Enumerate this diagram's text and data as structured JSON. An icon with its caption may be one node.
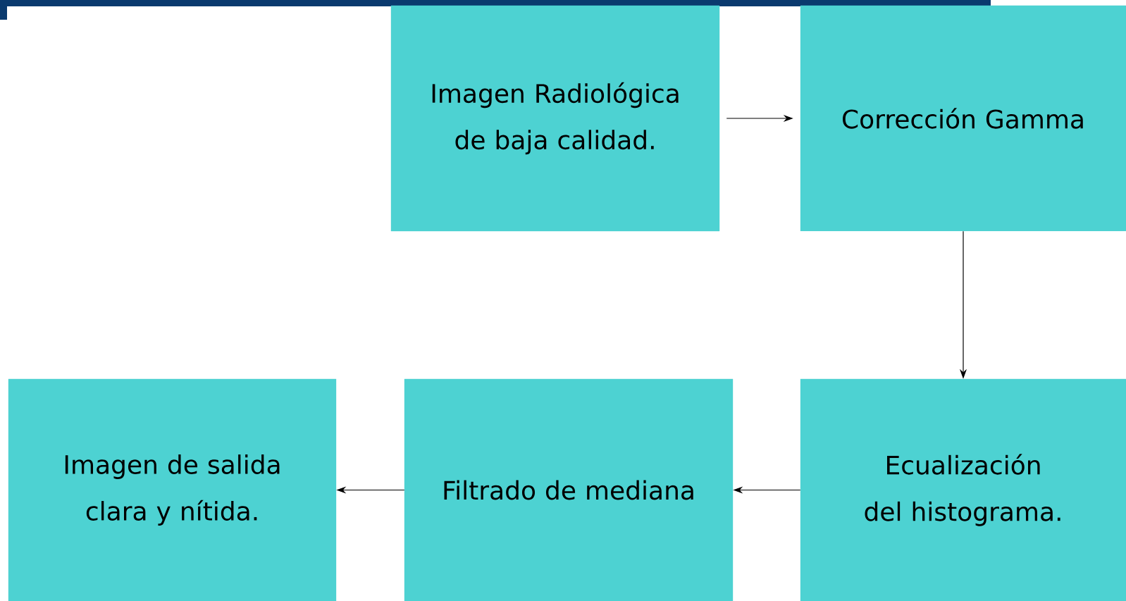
{
  "diagram": {
    "nodes": [
      {
        "text": [
          "Imagen Radiológica de baja calidad."
        ]
      },
      {
        "text": [
          "Corrección Gamma"
        ]
      },
      {
        "text": [
          "Ecualización del histograma."
        ]
      },
      {
        "text": [
          "Filtrado de mediana"
        ]
      },
      {
        "text": [
          "Imagen de salida clara y nítida."
        ]
      }
    ],
    "edges": [
      {
        "from": 0,
        "to": 1,
        "arrow": "to"
      },
      {
        "from": 1,
        "to": 2,
        "arrow": "to"
      },
      {
        "from": 2,
        "to": 3,
        "arrow": "to"
      },
      {
        "from": 3,
        "to": 4,
        "arrow": "to"
      }
    ]
  }
}
